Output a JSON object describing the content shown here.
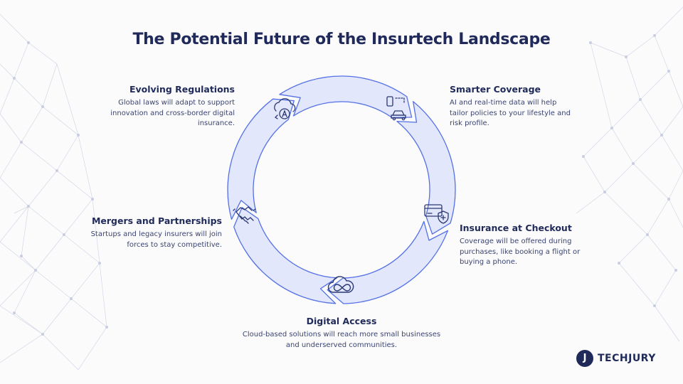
{
  "title": "The Potential Future of the Insurtech Landscape",
  "colors": {
    "title": "#1f2a5a",
    "ring_fill": "#e2e7fb",
    "ring_stroke": "#5470e6",
    "icon": "#2c3873",
    "background_net": "#c8cde0"
  },
  "stages": [
    {
      "heading": "Evolving Regulations",
      "description": "Global laws will adapt to support innovation and cross-border digital insurance.",
      "icon": "cloud-regulation-icon"
    },
    {
      "heading": "Smarter Coverage",
      "description": "AI and real-time data will help tailor policies to your lifestyle and risk profile.",
      "icon": "phone-car-icon"
    },
    {
      "heading": "Insurance at Checkout",
      "description": "Coverage will be offered during purchases, like booking a flight or buying a phone.",
      "icon": "card-shield-icon"
    },
    {
      "heading": "Digital Access",
      "description": "Cloud-based solutions will reach more small businesses and underserved communities.",
      "icon": "cloud-icon"
    },
    {
      "heading": "Mergers and Partnerships",
      "description": "Startups and legacy insurers will join forces to stay competitive.",
      "icon": "handshake-icon"
    }
  ],
  "brand": {
    "name": "TECHJURY",
    "mark": "J"
  }
}
